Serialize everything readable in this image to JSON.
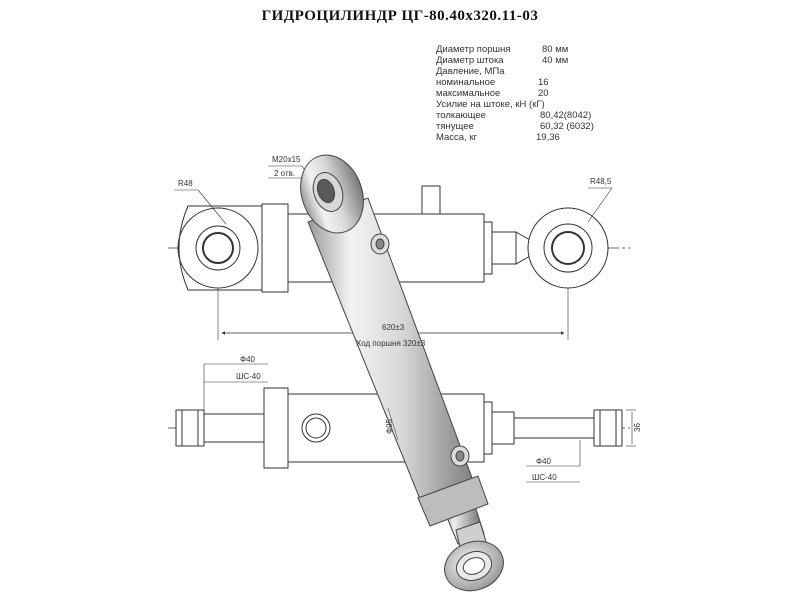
{
  "title": "ГИДРОЦИЛИНДР ЦГ-80.40х320.11-03",
  "specs": [
    {
      "label": "Диаметр поршня",
      "value": "80 мм"
    },
    {
      "label": "Диаметр штока",
      "value": "40 мм"
    },
    {
      "label": "Давление, МПа",
      "value": ""
    },
    {
      "label": "номинальное",
      "value": "16"
    },
    {
      "label": "максимальное",
      "value": "20"
    },
    {
      "label": "Усилие на штоке, кН (кГ)",
      "value": ""
    },
    {
      "label": "толкающее",
      "value": "80,42(8042)"
    },
    {
      "label": "тянущее",
      "value": "60,32 (6032)"
    },
    {
      "label": "Масса, кг",
      "value": "19,36"
    }
  ],
  "dimensions": {
    "port_thread": "M20х15",
    "port_count": "2 отв.",
    "radius_left": "R48",
    "radius_right": "R48,5",
    "overall_length": "620±3",
    "stroke": "Ход поршня 320±3",
    "pin_diameter_left": "Ф40",
    "joint_left": "ШС-40",
    "pin_diameter_right": "Ф40",
    "joint_right": "ШС-40",
    "barrel_diameter": "Ф95",
    "eye_width": "36"
  }
}
